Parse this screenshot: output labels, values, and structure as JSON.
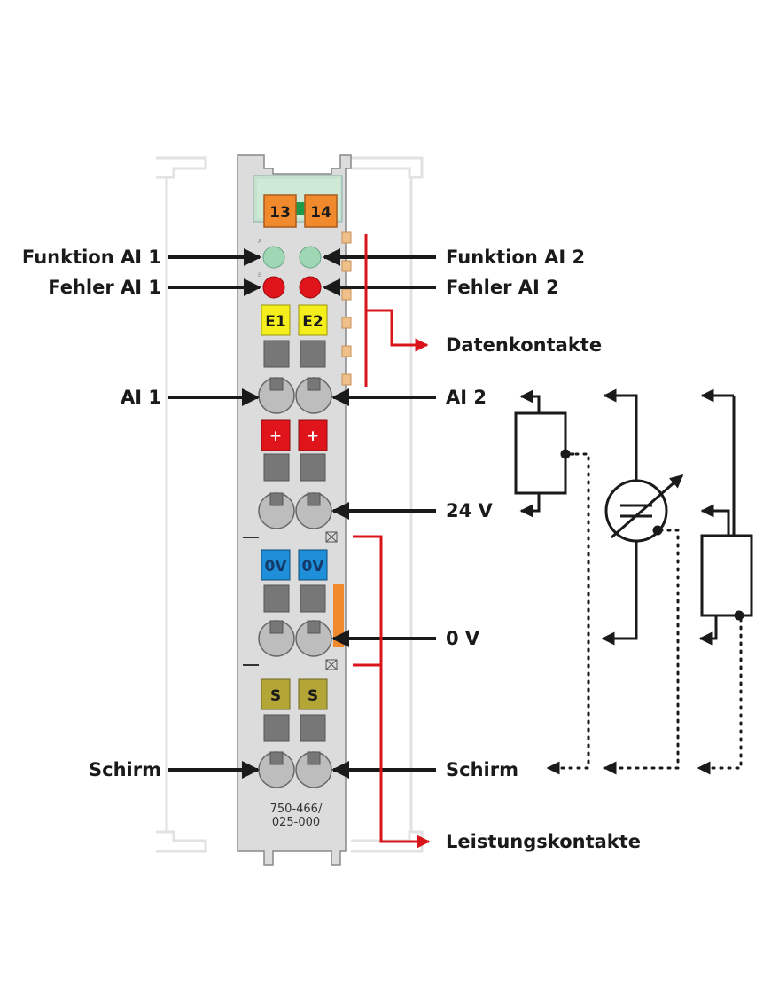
{
  "module": {
    "part_number_line1": "750-466/",
    "part_number_line2": "025-000",
    "top_connector": [
      "13",
      "14"
    ],
    "led_row_labels": [
      "A",
      "B"
    ],
    "error_labels": [
      "E1",
      "E2"
    ],
    "plus_labels": [
      "+",
      "+"
    ],
    "zero_v_labels": [
      "0V",
      "0V"
    ],
    "shield_labels": [
      "S",
      "S"
    ]
  },
  "labels_left": {
    "funktion_ai1": "Funktion AI 1",
    "fehler_ai1": "Fehler AI 1",
    "ai1": "AI 1",
    "schirm": "Schirm"
  },
  "labels_right": {
    "funktion_ai2": "Funktion AI 2",
    "fehler_ai2": "Fehler AI 2",
    "datenkontakte": "Datenkontakte",
    "ai2": "AI 2",
    "v24": "24 V",
    "v0": "0 V",
    "schirm": "Schirm",
    "leistungskontakte": "Leistungskontakte"
  },
  "colors": {
    "housing": "#dcdcdc",
    "connector_orange": "#f08a2c",
    "led_green": "#9fd6b4",
    "led_red": "#e0141b",
    "chip_yellow": "#f4ee1c",
    "chip_red": "#e0141b",
    "chip_blue": "#1e8fd8",
    "chip_olive": "#b3a636",
    "arrow_black": "#1a1a1a",
    "arrow_red": "#d9141b"
  }
}
